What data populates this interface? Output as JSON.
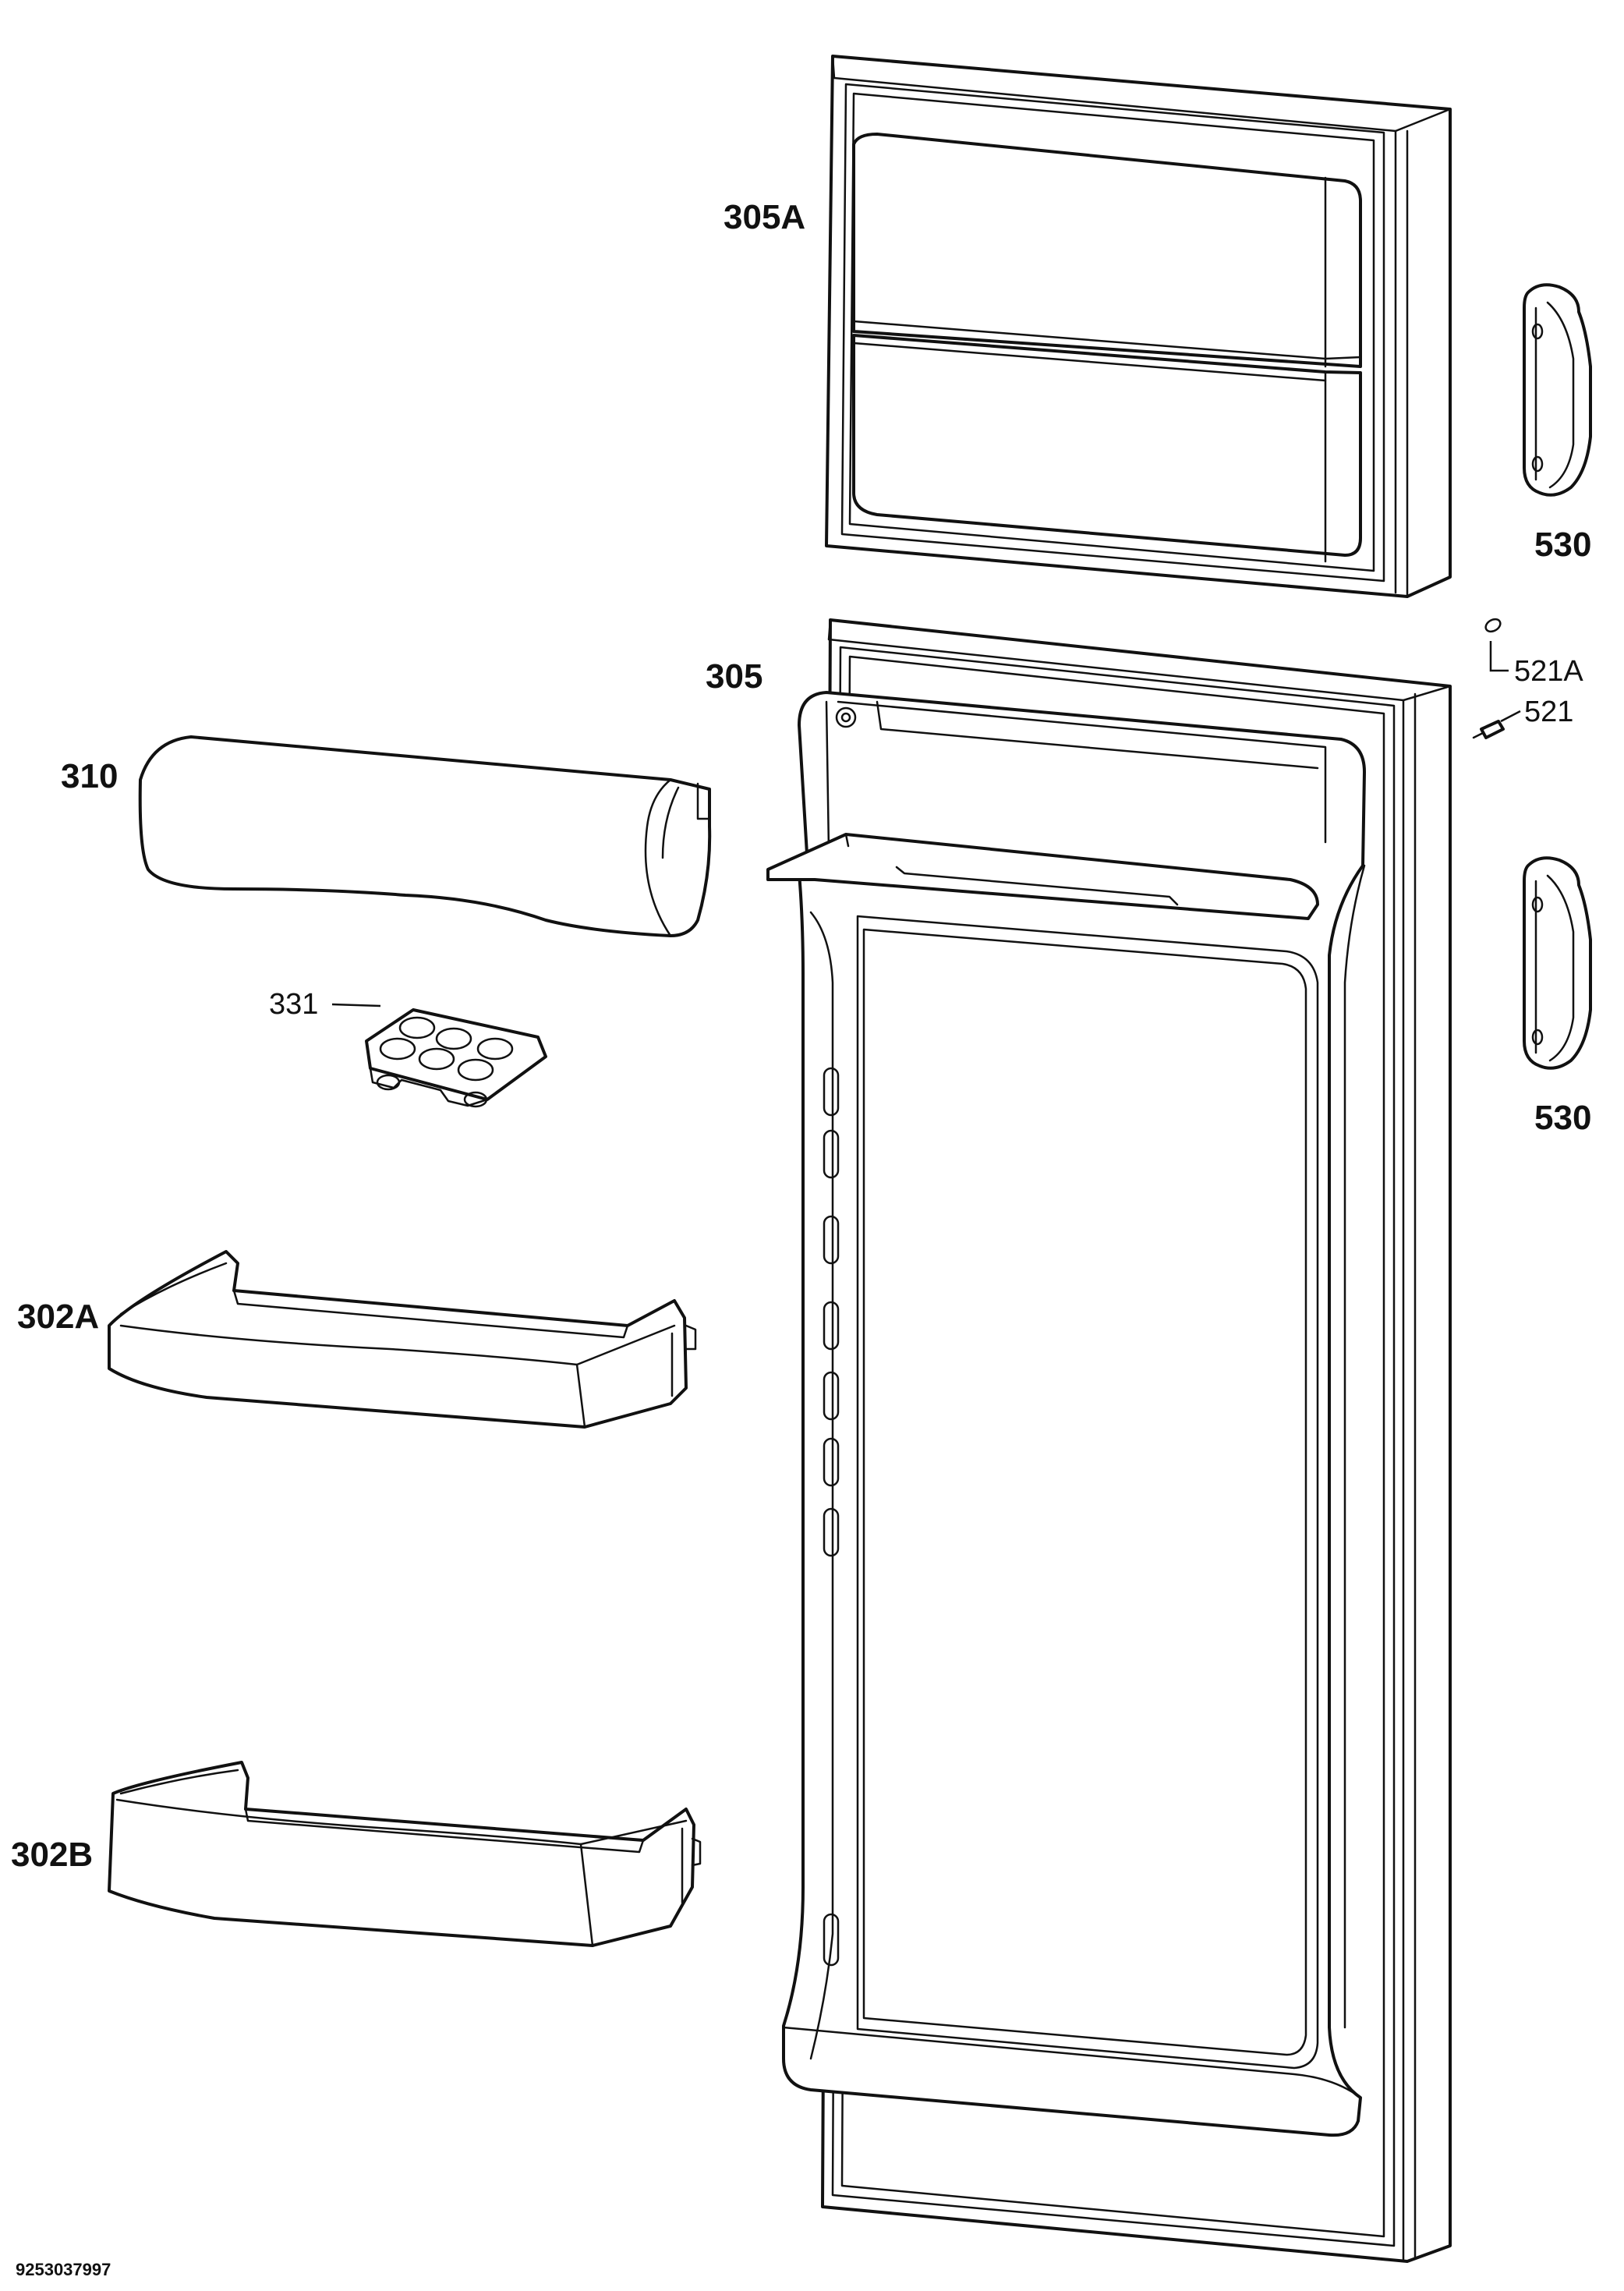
{
  "labels": {
    "freezer_door": "305A",
    "fridge_door": "305",
    "dairy_cover": "310",
    "egg_tray": "331",
    "shelf_upper": "302A",
    "shelf_lower": "302B",
    "handle_upper": "530",
    "handle_lower": "530",
    "cap": "521A",
    "screw": "521"
  },
  "document_code": "9253037997"
}
